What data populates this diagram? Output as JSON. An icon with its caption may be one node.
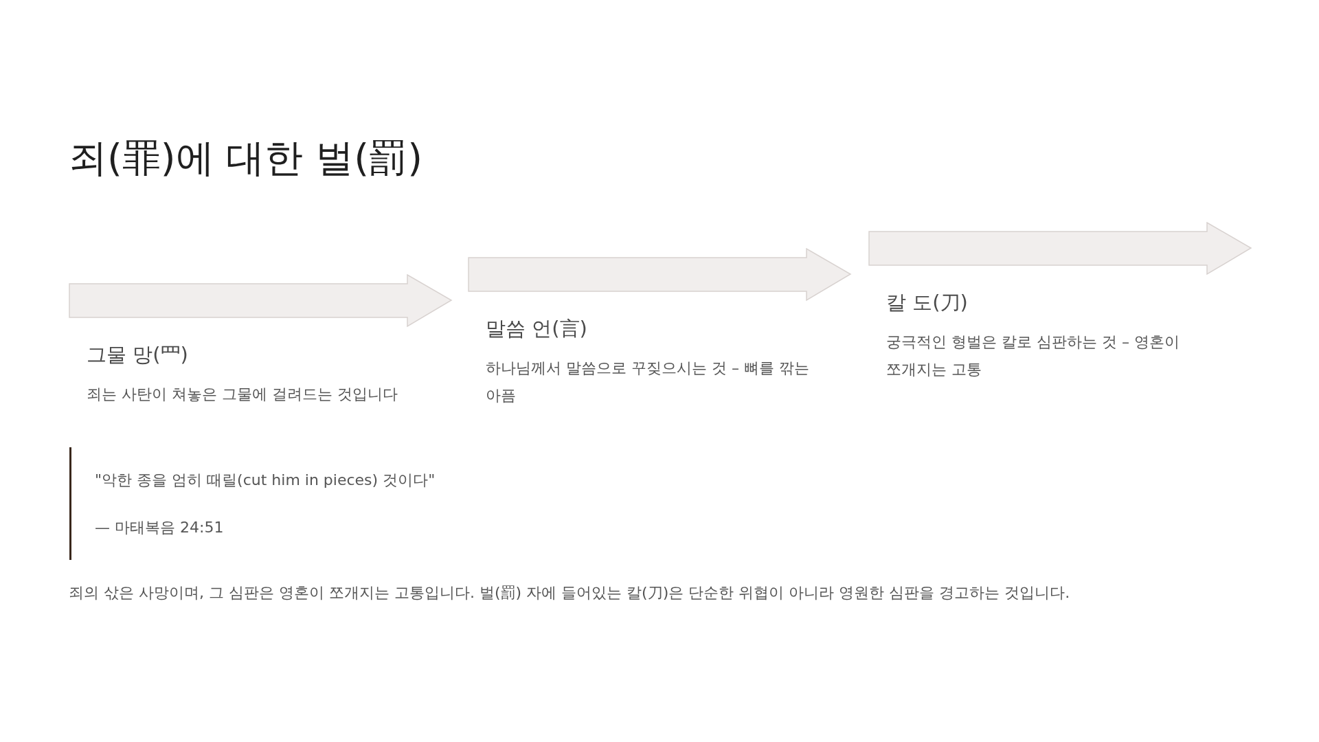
{
  "diagram": {
    "title": "죄(罪)에 대한 벌(罰)",
    "nodes": [
      {
        "text": [
          "그물 망(罒)",
          "죄는 사탄이 쳐놓은 그물에 걸려드는 것입니다"
        ]
      },
      {
        "text": [
          "말씀 언(言)",
          "하나님께서 말씀으로 꾸짖으시는 것 – 뼈를 깎는 아픔"
        ]
      },
      {
        "text": [
          "칼 도(刀)",
          "궁극적인 형벌은 칼로 심판하는 것 – 영혼이 쪼개지는 고통"
        ]
      }
    ],
    "labels": [
      "\"악한 종을 엄히 때릴(cut him in pieces) 것이다\"",
      "— 마태복음 24:51",
      "죄의 삯은 사망이며, 그 심판은 영혼이 쪼개지는 고통입니다. 벌(罰) 자에 들어있는 칼(刀)은 단순한 위협이 아니라 영원한 심판을 경고하는 것입니다."
    ]
  }
}
